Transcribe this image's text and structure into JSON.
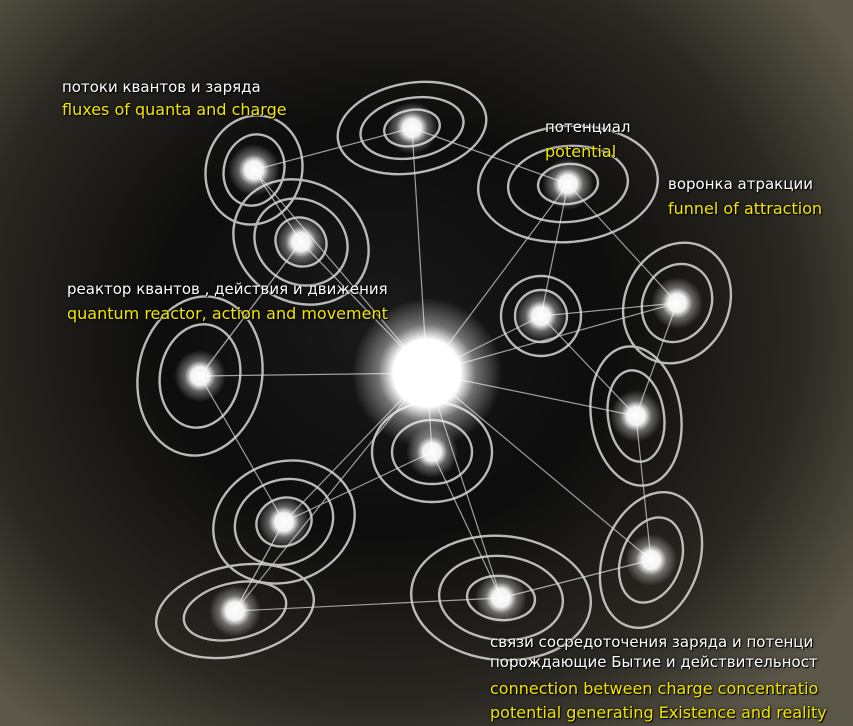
{
  "labels": {
    "fluxes": {
      "ru": "потоки квантов и заряда",
      "en": "fluxes of quanta and charge"
    },
    "potential": {
      "ru": "потенциал",
      "en": "potential"
    },
    "funnel": {
      "ru": "воронка атракции",
      "en": "funnel of attraction"
    },
    "reactor": {
      "ru": "реактор квантов , действия и движения",
      "en": "quantum reactor, action and movement"
    },
    "connections": {
      "ru_line1": "связи сосредоточения заряда и потенци",
      "ru_line2": "порождающие Бытие и действительност",
      "en_line1": "connection between charge concentratio",
      "en_line2": "potential generating Existence and reality"
    }
  },
  "colors": {
    "russian_text": "#ffffff",
    "english_text": "#f2e600",
    "chalk_lines": "#d8d8d8",
    "node_glow": "#ffffff"
  }
}
